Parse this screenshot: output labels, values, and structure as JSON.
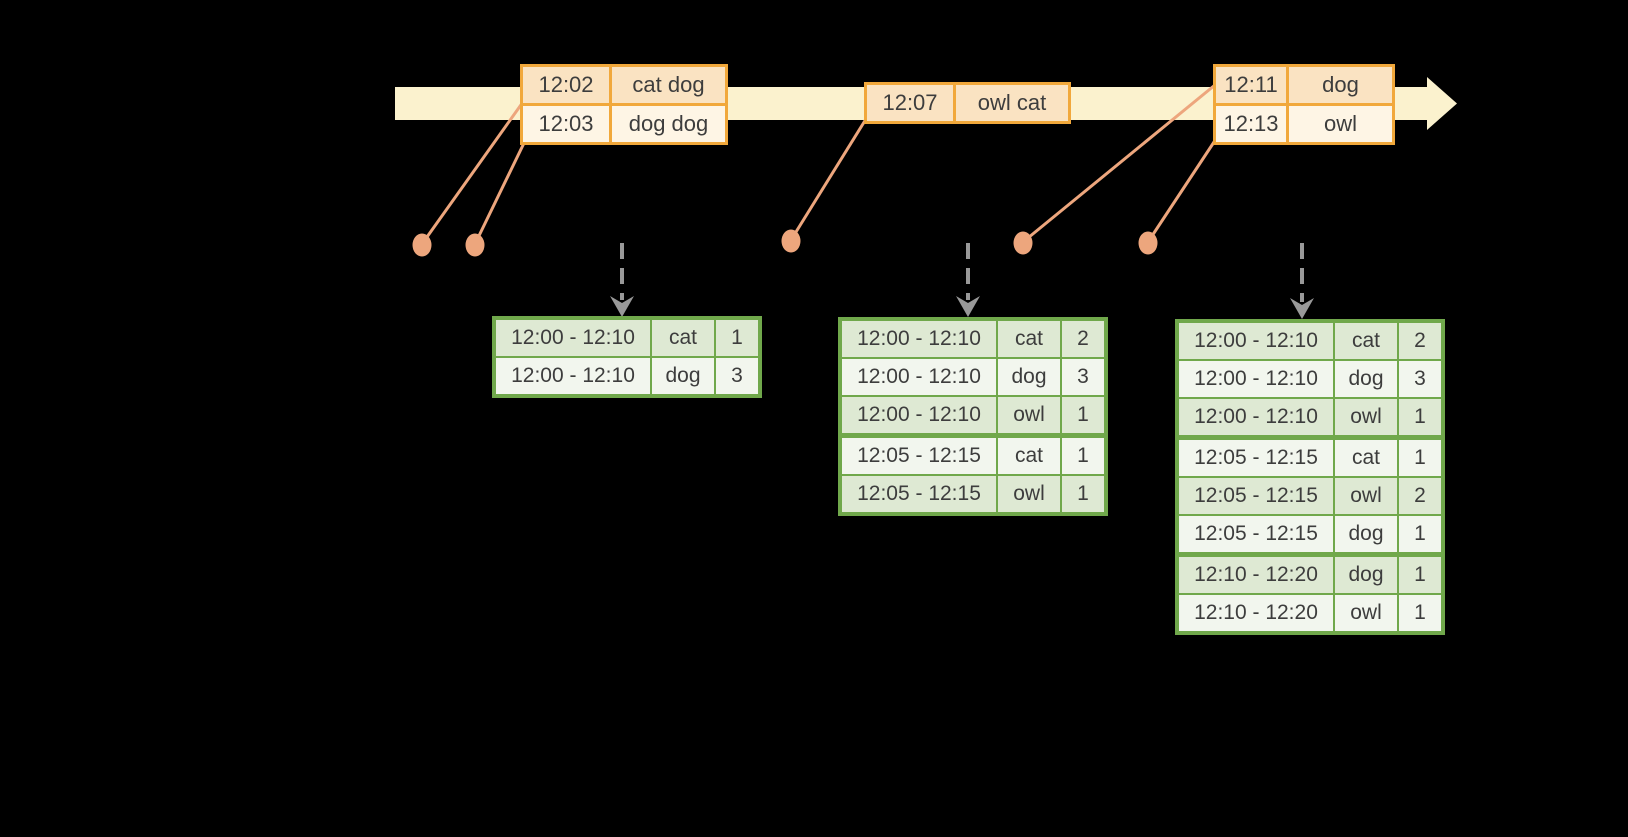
{
  "colors": {
    "background": "#000000",
    "band": "#FBF2CE",
    "event_border": "#F1A83B",
    "event_row_dark": "#FAE3C2",
    "event_row_light": "#FEF5E5",
    "marker": "#EDA67D",
    "result_border": "#70A84B",
    "result_row_dark": "#DEE9D3",
    "result_row_light": "#F2F6EE",
    "arrow_gray": "#999999",
    "text": "#3D3D3D"
  },
  "timeline": {
    "events": [
      {
        "time": "12:02",
        "words": "cat dog"
      },
      {
        "time": "12:03",
        "words": "dog dog"
      },
      {
        "time": "12:07",
        "words": "owl cat"
      },
      {
        "time": "12:11",
        "words": "dog"
      },
      {
        "time": "12:13",
        "words": "owl"
      }
    ]
  },
  "result_tables": [
    {
      "rows": [
        {
          "window": "12:00 - 12:10",
          "word": "cat",
          "count": 1
        },
        {
          "window": "12:00 - 12:10",
          "word": "dog",
          "count": 3
        }
      ]
    },
    {
      "rows": [
        {
          "window": "12:00 - 12:10",
          "word": "cat",
          "count": 2
        },
        {
          "window": "12:00 - 12:10",
          "word": "dog",
          "count": 3
        },
        {
          "window": "12:00 - 12:10",
          "word": "owl",
          "count": 1
        },
        {
          "window": "12:05 - 12:15",
          "word": "cat",
          "count": 1
        },
        {
          "window": "12:05 - 12:15",
          "word": "owl",
          "count": 1
        }
      ]
    },
    {
      "rows": [
        {
          "window": "12:00 - 12:10",
          "word": "cat",
          "count": 2
        },
        {
          "window": "12:00 - 12:10",
          "word": "dog",
          "count": 3
        },
        {
          "window": "12:00 - 12:10",
          "word": "owl",
          "count": 1
        },
        {
          "window": "12:05 - 12:15",
          "word": "cat",
          "count": 1
        },
        {
          "window": "12:05 - 12:15",
          "word": "owl",
          "count": 2
        },
        {
          "window": "12:05 - 12:15",
          "word": "dog",
          "count": 1
        },
        {
          "window": "12:10 - 12:20",
          "word": "dog",
          "count": 1
        },
        {
          "window": "12:10 - 12:20",
          "word": "owl",
          "count": 1
        }
      ]
    }
  ]
}
